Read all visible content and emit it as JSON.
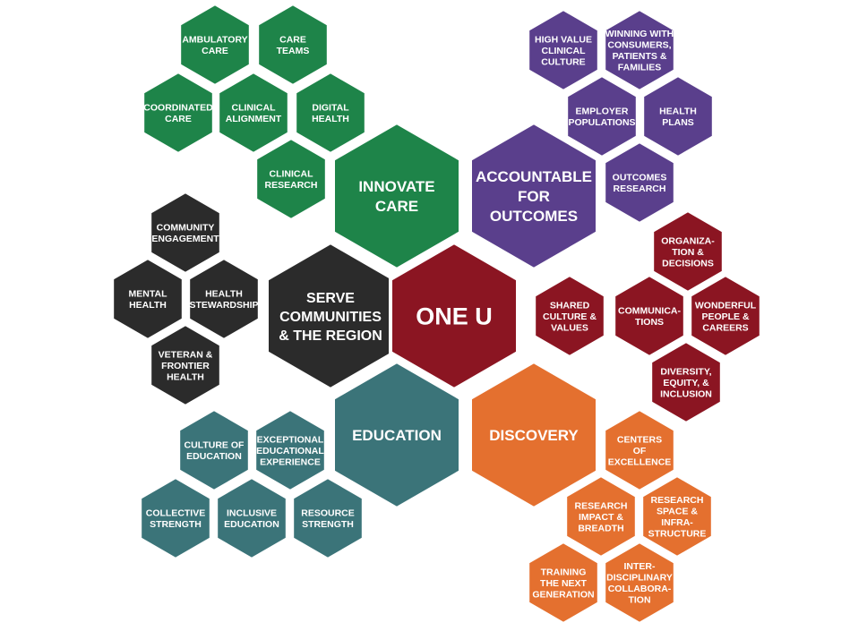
{
  "colors": {
    "center": "#8b1522",
    "innovate": "#1e8449",
    "accountable": "#5a3f8c",
    "serve": "#2b2b2b",
    "education": "#3b7479",
    "discovery": "#e4702f",
    "text": "#ffffff"
  },
  "center": {
    "id": "one-u",
    "label": [
      "ONE U"
    ],
    "color": "center"
  },
  "pillars": [
    {
      "id": "innovate-care",
      "label": [
        "INNOVATE",
        "CARE"
      ],
      "color": "innovate"
    },
    {
      "id": "accountable-for-outcomes",
      "label": [
        "ACCOUNTABLE",
        "FOR",
        "OUTCOMES"
      ],
      "color": "accountable"
    },
    {
      "id": "serve-communities",
      "label": [
        "SERVE",
        "COMMUNITIES",
        "& THE REGION"
      ],
      "color": "serve"
    },
    {
      "id": "education",
      "label": [
        "EDUCATION"
      ],
      "color": "education"
    },
    {
      "id": "discovery",
      "label": [
        "DISCOVERY"
      ],
      "color": "discovery"
    }
  ],
  "topics": [
    {
      "id": "ambulatory-care",
      "label": [
        "AMBULATORY",
        "CARE"
      ],
      "color": "innovate"
    },
    {
      "id": "care-teams",
      "label": [
        "CARE",
        "TEAMS"
      ],
      "color": "innovate"
    },
    {
      "id": "coordinated-care",
      "label": [
        "COORDINATED",
        "CARE"
      ],
      "color": "innovate"
    },
    {
      "id": "clinical-alignment",
      "label": [
        "CLINICAL",
        "ALIGNMENT"
      ],
      "color": "innovate"
    },
    {
      "id": "digital-health",
      "label": [
        "DIGITAL",
        "HEALTH"
      ],
      "color": "innovate"
    },
    {
      "id": "clinical-research",
      "label": [
        "CLINICAL",
        "RESEARCH"
      ],
      "color": "innovate"
    },
    {
      "id": "high-value-clinical-culture",
      "label": [
        "HIGH VALUE",
        "CLINICAL",
        "CULTURE"
      ],
      "color": "accountable"
    },
    {
      "id": "winning-with-consumers",
      "label": [
        "WINNING WITH",
        "CONSUMERS,",
        "PATIENTS &",
        "FAMILIES"
      ],
      "color": "accountable"
    },
    {
      "id": "employer-populations",
      "label": [
        "EMPLOYER",
        "POPULATIONS"
      ],
      "color": "accountable"
    },
    {
      "id": "health-plans",
      "label": [
        "HEALTH",
        "PLANS"
      ],
      "color": "accountable"
    },
    {
      "id": "outcomes-research",
      "label": [
        "OUTCOMES",
        "RESEARCH"
      ],
      "color": "accountable"
    },
    {
      "id": "community-engagement",
      "label": [
        "COMMUNITY",
        "ENGAGEMENT"
      ],
      "color": "serve"
    },
    {
      "id": "mental-health",
      "label": [
        "MENTAL",
        "HEALTH"
      ],
      "color": "serve"
    },
    {
      "id": "health-stewardship",
      "label": [
        "HEALTH",
        "STEWARDSHIP"
      ],
      "color": "serve"
    },
    {
      "id": "veteran-frontier-health",
      "label": [
        "VETERAN &",
        "FRONTIER",
        "HEALTH"
      ],
      "color": "serve"
    },
    {
      "id": "organization-decisions",
      "label": [
        "ORGANIZA-",
        "TION &",
        "DECISIONS"
      ],
      "color": "center"
    },
    {
      "id": "shared-culture-values",
      "label": [
        "SHARED",
        "CULTURE &",
        "VALUES"
      ],
      "color": "center"
    },
    {
      "id": "communications",
      "label": [
        "COMMUNICA-",
        "TIONS"
      ],
      "color": "center"
    },
    {
      "id": "wonderful-people-careers",
      "label": [
        "WONDERFUL",
        "PEOPLE &",
        "CAREERS"
      ],
      "color": "center"
    },
    {
      "id": "diversity-equity-inclusion",
      "label": [
        "DIVERSITY,",
        "EQUITY, &",
        "INCLUSION"
      ],
      "color": "center"
    },
    {
      "id": "culture-of-education",
      "label": [
        "CULTURE OF",
        "EDUCATION"
      ],
      "color": "education"
    },
    {
      "id": "exceptional-educational-experience",
      "label": [
        "EXCEPTIONAL",
        "EDUCATIONAL",
        "EXPERIENCE"
      ],
      "color": "education"
    },
    {
      "id": "collective-strength",
      "label": [
        "COLLECTIVE",
        "STRENGTH"
      ],
      "color": "education"
    },
    {
      "id": "inclusive-education",
      "label": [
        "INCLUSIVE",
        "EDUCATION"
      ],
      "color": "education"
    },
    {
      "id": "resource-strength",
      "label": [
        "RESOURCE",
        "STRENGTH"
      ],
      "color": "education"
    },
    {
      "id": "centers-of-excellence",
      "label": [
        "CENTERS",
        "OF",
        "EXCELLENCE"
      ],
      "color": "discovery"
    },
    {
      "id": "research-impact-breadth",
      "label": [
        "RESEARCH",
        "IMPACT &",
        "BREADTH"
      ],
      "color": "discovery"
    },
    {
      "id": "research-space-infrastructure",
      "label": [
        "RESEARCH",
        "SPACE  &",
        "INFRA-",
        "STRUCTURE"
      ],
      "color": "discovery"
    },
    {
      "id": "training-next-generation",
      "label": [
        "TRAINING",
        "THE NEXT",
        "GENERATION"
      ],
      "color": "discovery"
    },
    {
      "id": "interdisciplinary-collaboration",
      "label": [
        "INTER-",
        "DISCIPLINARY",
        "COLLABORA-",
        "TION"
      ],
      "color": "discovery"
    }
  ]
}
